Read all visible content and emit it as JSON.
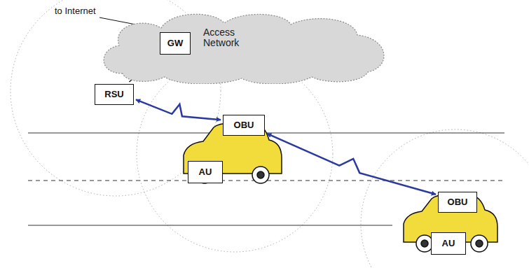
{
  "diagram": {
    "nodes": [
      {
        "text": [
          "Access Network"
        ]
      },
      {
        "text": [
          "GW"
        ],
        "in": 0
      },
      {
        "text": [
          "RSU"
        ],
        "in": 0
      },
      {
        "text": [
          "OBU"
        ]
      },
      {
        "text": [
          "AU"
        ]
      },
      {
        "text": [
          "OBU"
        ]
      },
      {
        "text": [
          "AU"
        ]
      }
    ],
    "edges": [
      {
        "from": 1,
        "to": 2,
        "arrow": "none"
      },
      {
        "from": 2,
        "to": 3,
        "arrow": "both"
      },
      {
        "from": 3,
        "to": 5,
        "arrow": "both"
      }
    ],
    "labels": [
      "to Internet"
    ]
  }
}
